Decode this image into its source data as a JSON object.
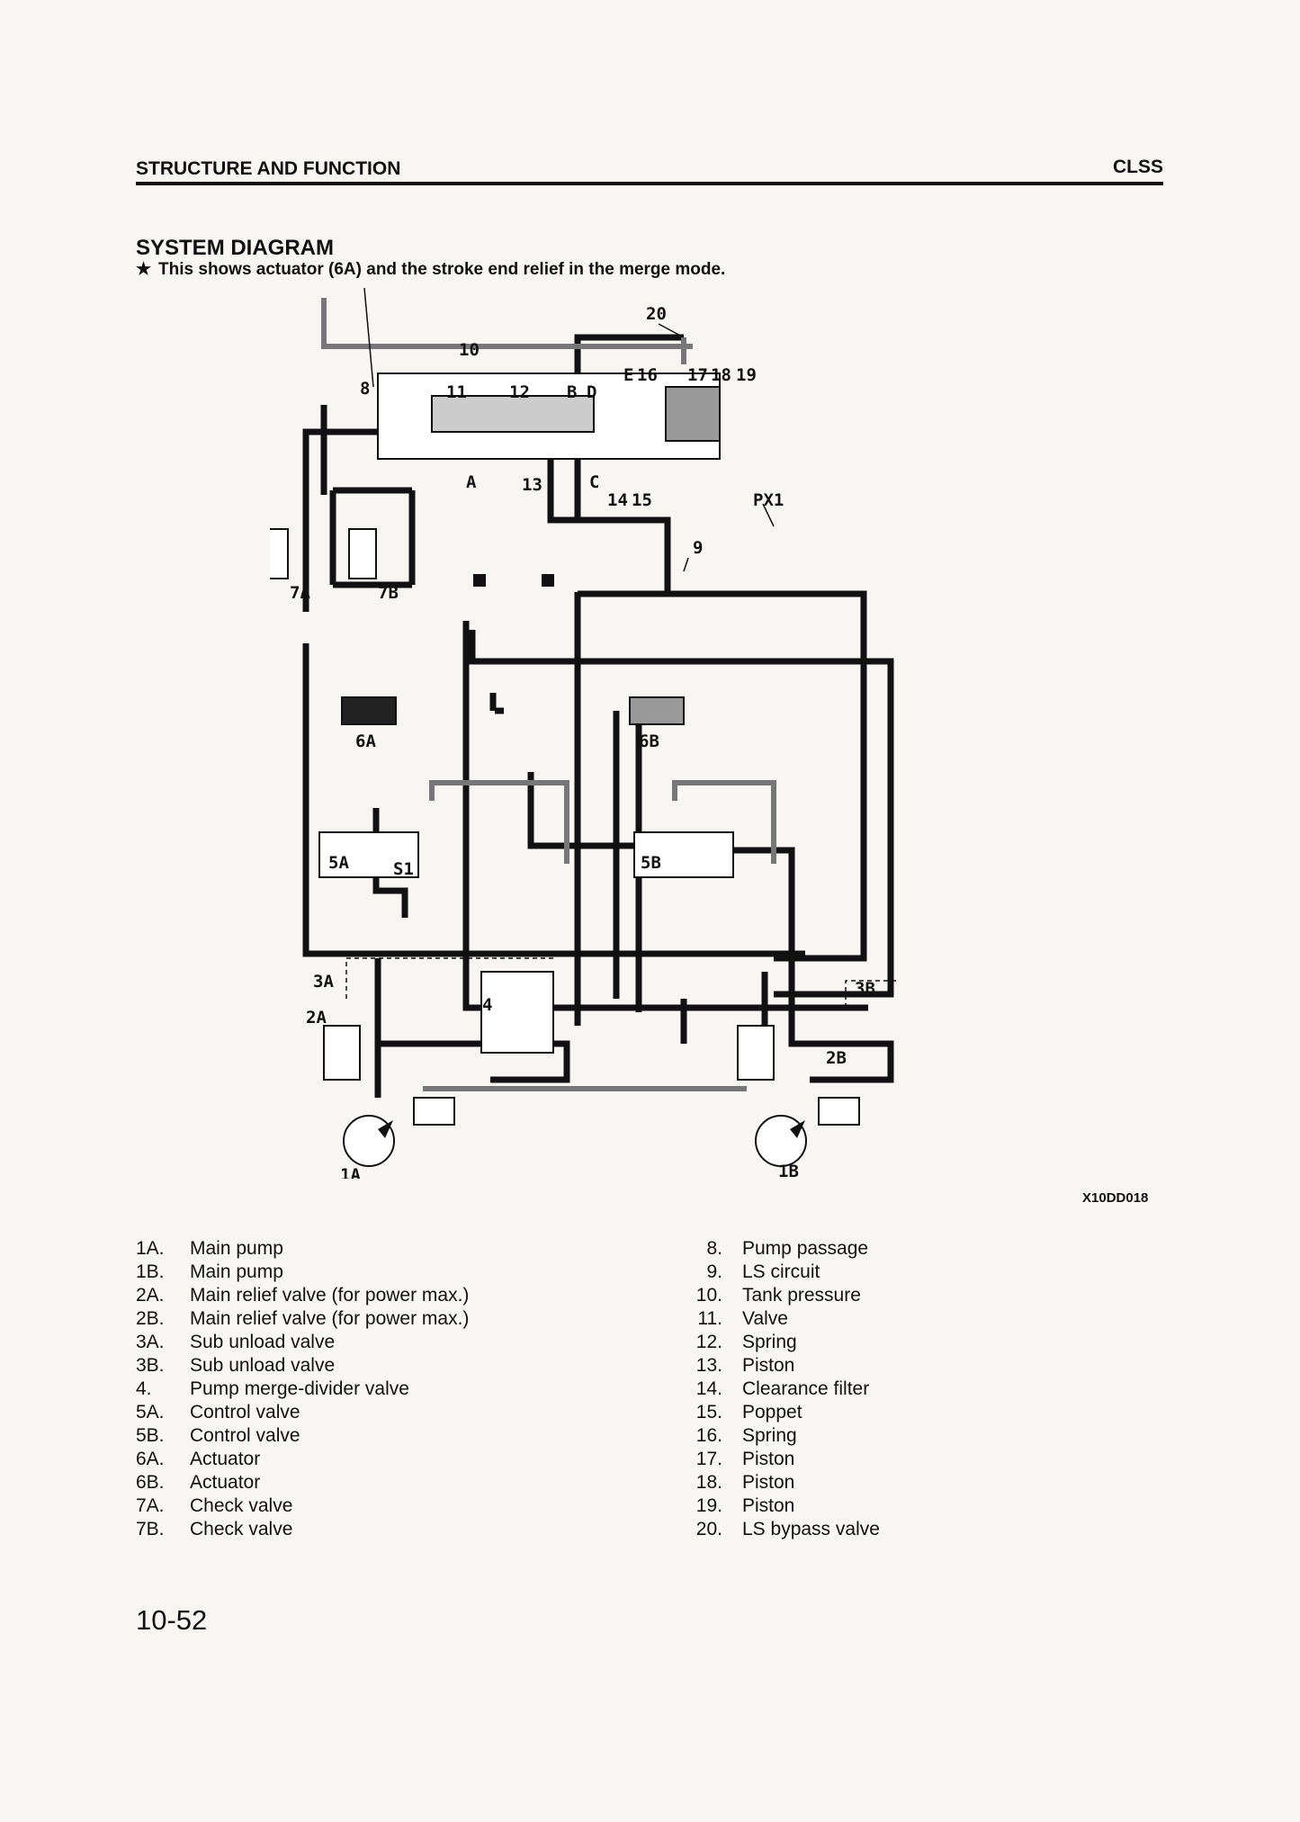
{
  "header": {
    "section": "STRUCTURE AND FUNCTION",
    "chapter": "CLSS"
  },
  "title": "SYSTEM DIAGRAM",
  "subtitle": {
    "star": "★",
    "text": "This shows actuator (6A) and the stroke end relief in the merge mode."
  },
  "figure_code": "X10DD018",
  "diagram_labels": {
    "l20": "20",
    "l10": "10",
    "l8": "8",
    "l11": "11",
    "l12": "12",
    "lB": "B",
    "lD": "D",
    "lE": "E",
    "l16": "16",
    "l17": "17",
    "l18": "18",
    "l19": "19",
    "lA": "A",
    "l13": "13",
    "lC": "C",
    "l14": "14",
    "l15": "15",
    "lPX1": "PX1",
    "l9": "9",
    "l7A": "7A",
    "l7B": "7B",
    "l6A": "6A",
    "l6B": "6B",
    "l5A": "5A",
    "lS1": "S1",
    "l5B": "5B",
    "l3A": "3A",
    "l3B": "3B",
    "l2A": "2A",
    "l2B": "2B",
    "l4": "4",
    "l1A": "1A",
    "l1B": "1B"
  },
  "legend_left": [
    {
      "num": "1A.",
      "label": "Main pump"
    },
    {
      "num": "1B.",
      "label": "Main pump"
    },
    {
      "num": "2A.",
      "label": "Main relief valve (for power max.)"
    },
    {
      "num": "2B.",
      "label": "Main relief valve (for power max.)"
    },
    {
      "num": "3A.",
      "label": "Sub unload valve"
    },
    {
      "num": "3B.",
      "label": "Sub unload valve"
    },
    {
      "num": "4.",
      "label": "Pump merge-divider valve"
    },
    {
      "num": "5A.",
      "label": "Control valve"
    },
    {
      "num": "5B.",
      "label": "Control valve"
    },
    {
      "num": "6A.",
      "label": "Actuator"
    },
    {
      "num": "6B.",
      "label": "Actuator"
    },
    {
      "num": "7A.",
      "label": "Check valve"
    },
    {
      "num": "7B.",
      "label": "Check valve"
    }
  ],
  "legend_right": [
    {
      "num": "8.",
      "label": "Pump passage"
    },
    {
      "num": "9.",
      "label": "LS circuit"
    },
    {
      "num": "10.",
      "label": "Tank pressure"
    },
    {
      "num": "11.",
      "label": "Valve"
    },
    {
      "num": "12.",
      "label": "Spring"
    },
    {
      "num": "13.",
      "label": "Piston"
    },
    {
      "num": "14.",
      "label": "Clearance filter"
    },
    {
      "num": "15.",
      "label": "Poppet"
    },
    {
      "num": "16.",
      "label": "Spring"
    },
    {
      "num": "17.",
      "label": "Piston"
    },
    {
      "num": "18.",
      "label": "Piston"
    },
    {
      "num": "19.",
      "label": "Piston"
    },
    {
      "num": "20.",
      "label": "LS bypass valve"
    }
  ],
  "page_number": "10-52"
}
